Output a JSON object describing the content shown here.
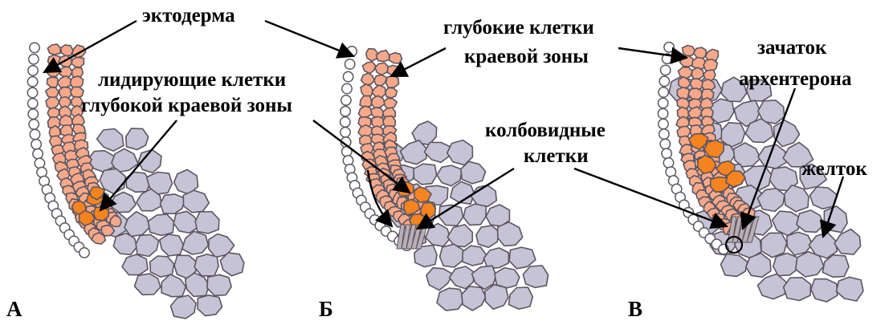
{
  "labels": {
    "ectoderm": "эктодерма",
    "leading_cells_line1": "лидирующие клетки",
    "leading_cells_line2": "глубокой краевой зоны",
    "deep_cells_line1": "глубокие клетки",
    "deep_cells_line2": "краевой зоны",
    "bottle_cells_line1": "колбовидные",
    "bottle_cells_line2": "клетки",
    "archenteron_line1": "зачаток",
    "archenteron_line2": "архентерона",
    "yolk": "желток"
  },
  "panels": [
    "А",
    "Б",
    "В"
  ],
  "colors": {
    "ectoderm_cell": "#ffffff",
    "deep_cell": "#f6a98a",
    "leading_cell": "#f5831f",
    "yolk_cell": "#c7c3d6",
    "cell_outline": "#5c5560",
    "arrow": "#000000"
  }
}
